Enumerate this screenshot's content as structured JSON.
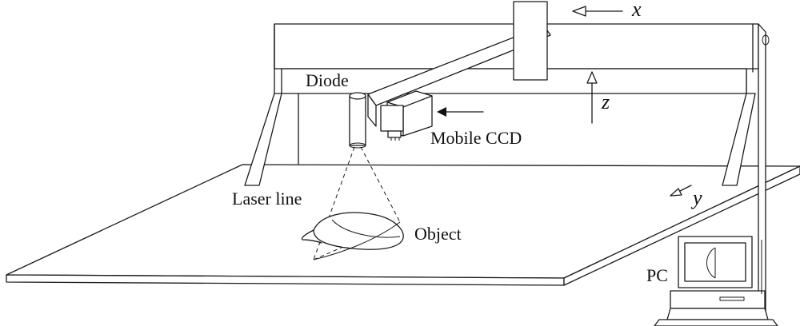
{
  "labels": {
    "diode": "Diode",
    "mobile_ccd": "Mobile CCD",
    "laser_line": "Laser line",
    "object": "Object",
    "pc": "PC"
  },
  "axes": {
    "x": "x",
    "y": "y",
    "z": "z"
  },
  "colors": {
    "line": "#1a1a1a",
    "background": "#ffffff"
  }
}
